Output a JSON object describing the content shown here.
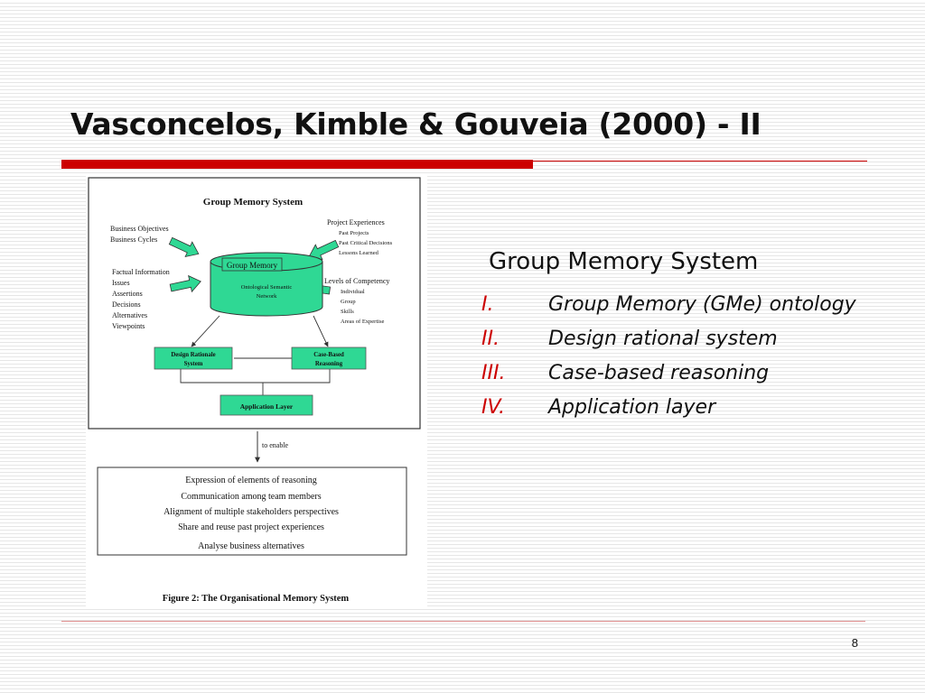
{
  "slide": {
    "title": "Vasconcelos, Kimble & Gouveia (2000) - II",
    "page_number": "8"
  },
  "figure": {
    "heading": "Group Memory System",
    "left_top": [
      "Business Objectives",
      "Business Cycles"
    ],
    "left_mid": [
      "Factual Information",
      "Issues",
      "Assertions",
      "Decisions",
      "Alternatives",
      "Viewpoints"
    ],
    "right_top": [
      "Project Experiences",
      "Past Projects",
      "Past Critical Decisions",
      "Lessons Learned"
    ],
    "right_mid": [
      "Levels of Competency",
      "Individual",
      "Group",
      "Skills",
      "Areas of Expertise"
    ],
    "cylinder_label": "Group Memory",
    "cylinder_inner": [
      "Ontological Semantic",
      "Network"
    ],
    "box_design": [
      "Design Rationale",
      "System"
    ],
    "box_case": [
      "Case-Based",
      "Reasoning"
    ],
    "box_app": "Application Layer",
    "arrow_label": "to enable",
    "outcomes": [
      "Expression of elements of reasoning",
      "Communication among team members",
      "Alignment of multiple stakeholders perspectives",
      "Share and reuse past project experiences",
      "Analyse business alternatives"
    ],
    "caption": "Figure 2: The Organisational Memory System",
    "colors": {
      "green": "#2fd894",
      "box_border": "#333333"
    }
  },
  "content": {
    "heading": "Group Memory System",
    "items": [
      {
        "num": "I.",
        "text": "Group Memory (GMe) ontology"
      },
      {
        "num": "II.",
        "text": "Design rational system"
      },
      {
        "num": "III.",
        "text": "Case-based reasoning"
      },
      {
        "num": "IV.",
        "text": "Application layer"
      }
    ]
  },
  "colors": {
    "accent": "#cc0000",
    "text": "#111111"
  }
}
